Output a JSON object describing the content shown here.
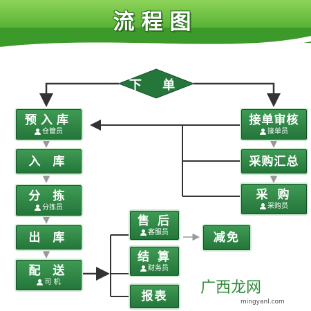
{
  "title": "流程图",
  "start": {
    "label": "下 单"
  },
  "left_column": [
    {
      "label": "预入库",
      "role": "仓管员"
    },
    {
      "label": "入 库",
      "role": ""
    },
    {
      "label": "分 拣",
      "role": "分拣员"
    },
    {
      "label": "出 库",
      "role": ""
    },
    {
      "label": "配 送",
      "role": "司 机"
    }
  ],
  "right_column": [
    {
      "label": "接单审核",
      "role": "接单员"
    },
    {
      "label": "采购汇总",
      "role": ""
    },
    {
      "label": "采 购",
      "role": "采购员"
    }
  ],
  "branch": [
    {
      "label": "售 后",
      "role": "客服员"
    },
    {
      "label": "结 算",
      "role": "财务员"
    },
    {
      "label": "报表",
      "role": ""
    }
  ],
  "after_sales_result": {
    "label": "减免"
  },
  "watermark": {
    "text": "广西龙网",
    "url": "mingyanl.com"
  },
  "colors": {
    "node_green": "#24763a",
    "header_green": "#5fb83a",
    "arrow_gray": "#888888",
    "line_dark": "#333333"
  }
}
